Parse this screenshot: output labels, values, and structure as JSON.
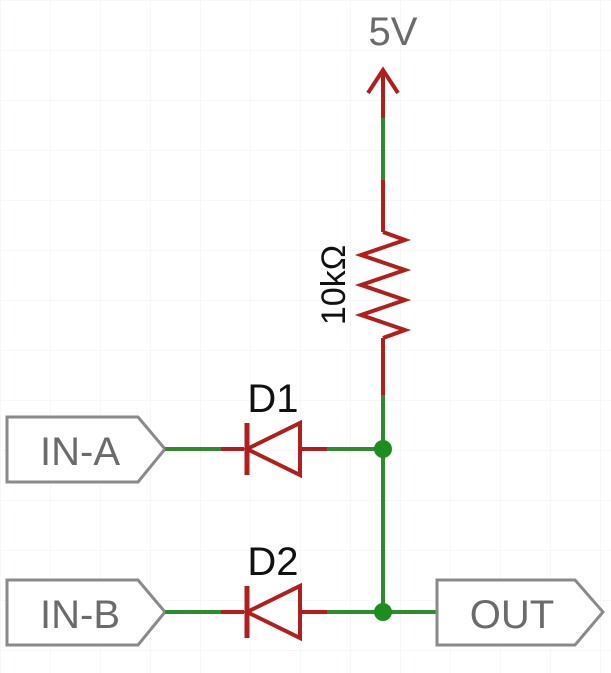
{
  "supply": {
    "label": "5V"
  },
  "resistor": {
    "value": "10kΩ"
  },
  "diodes": [
    {
      "designator": "D1"
    },
    {
      "designator": "D2"
    }
  ],
  "ports": {
    "in_a": "IN-A",
    "in_b": "IN-B",
    "out": "OUT"
  },
  "colors": {
    "wire": "#2e8b2e",
    "component": "#b01e1e",
    "port_outline": "#8a8a8a",
    "port_text": "#6b6b6b",
    "label_text": "#111111",
    "junction": "#1f8c1f"
  }
}
